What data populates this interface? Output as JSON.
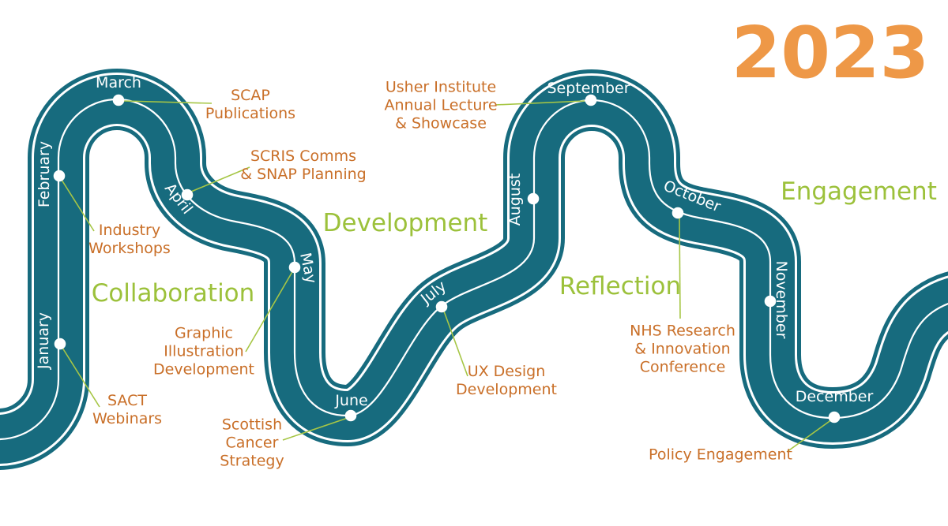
{
  "year_label": "2023",
  "phases": [
    {
      "label": "Collaboration"
    },
    {
      "label": "Development"
    },
    {
      "label": "Reflection"
    },
    {
      "label": "Engagement"
    }
  ],
  "months": [
    {
      "label": "January"
    },
    {
      "label": "February"
    },
    {
      "label": "March"
    },
    {
      "label": "April"
    },
    {
      "label": "May"
    },
    {
      "label": "June"
    },
    {
      "label": "July"
    },
    {
      "label": "August"
    },
    {
      "label": "September"
    },
    {
      "label": "October"
    },
    {
      "label": "November"
    },
    {
      "label": "December"
    }
  ],
  "milestones": [
    {
      "month": "January",
      "text": "SACT\nWebinars"
    },
    {
      "month": "February",
      "text": "Industry\nWorkshops"
    },
    {
      "month": "March",
      "text": "SCAP\nPublications"
    },
    {
      "month": "April",
      "text": "SCRIS Comms\n& SNAP Planning"
    },
    {
      "month": "May",
      "text": "Graphic\nIllustration\nDevelopment"
    },
    {
      "month": "June",
      "text": "Scottish\nCancer\nStrategy"
    },
    {
      "month": "July",
      "text": "UX Design\nDevelopment"
    },
    {
      "month": "September",
      "text": "Usher Institute\nAnnual Lecture\n& Showcase"
    },
    {
      "month": "October",
      "text": "NHS Research\n& Innovation\nConference"
    },
    {
      "month": "December",
      "text": "Policy Engagement"
    }
  ],
  "colors": {
    "road_teal": "#176B7E",
    "road_white": "#FFFFFF",
    "year_orange": "#EE9847",
    "milestone_orange": "#C96F28",
    "phase_green": "#9CC13B",
    "leader_green": "#A6C645"
  }
}
